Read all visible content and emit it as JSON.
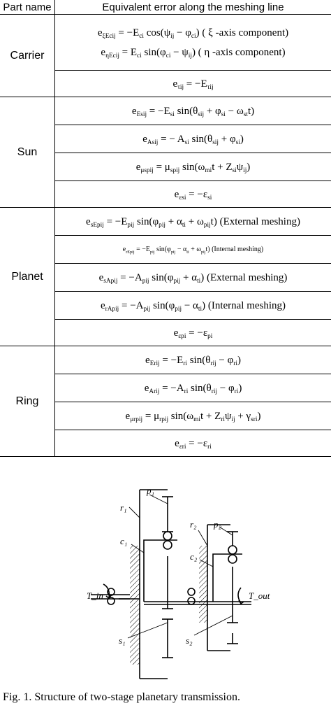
{
  "table": {
    "headers": [
      "Part name",
      "Equivalent error along the meshing line"
    ],
    "groups": [
      {
        "name": "Carrier",
        "rows": [
          {
            "lines": [
              "e<sub>ξEcij</sub> = −E<sub>ci</sub> cos(ψ<sub>ij</sub> − φ<sub>ci</sub>)  ( ξ -axis component)",
              "e<sub>ηEcij</sub> = E<sub>ci</sub> sin(φ<sub>ci</sub> − ψ<sub>ij</sub>)  ( η -axis component)"
            ],
            "h": 80
          },
          {
            "lines": [
              "e<sub>τij</sub> = −E<sub>τij</sub>"
            ],
            "h": 38
          }
        ]
      },
      {
        "name": "Sun",
        "rows": [
          {
            "lines": [
              "e<sub>Esij</sub> = −E<sub>si</sub> sin(θ<sub>sij</sub> + φ<sub>si</sub> − ω<sub>st</sub>t)"
            ],
            "h": 40
          },
          {
            "lines": [
              "e<sub>Asij</sub> = − A<sub>si</sub> sin(θ<sub>sij</sub> + φ<sub>si</sub>)"
            ],
            "h": 40
          },
          {
            "lines": [
              "e<sub>μspij</sub> = μ<sub>spij</sub> sin(ω<sub>mi</sub>t + Z<sub>si</sub>ψ<sub>ij</sub>)"
            ],
            "h": 40
          },
          {
            "lines": [
              "e<sub>εsi</sub> = −ε<sub>si</sub>"
            ],
            "h": 38
          }
        ]
      },
      {
        "name": "Planet",
        "rows": [
          {
            "lines": [
              "e<sub>sEpij</sub> = −E<sub>pij</sub> sin(φ<sub>pij</sub> + α<sub>ti</sub> + ω<sub>pij</sub>t) (External meshing)"
            ],
            "h": 40
          },
          {
            "lines": [
              "e<sub>rEpij</sub> = −E<sub>pij</sub> sin(φ<sub>pij</sub> − α<sub>ti</sub> + ω<sub>pij</sub>t) (Internal meshing)"
            ],
            "h": 40,
            "small": true
          },
          {
            "lines": [
              "e<sub>sApij</sub> = −A<sub>pij</sub> sin(φ<sub>pij</sub> + α<sub>ti</sub>)    (External meshing)"
            ],
            "h": 40
          },
          {
            "lines": [
              "e<sub>rApij</sub> = −A<sub>pij</sub> sin(φ<sub>pij</sub> − α<sub>ti</sub>)    (Internal meshing)"
            ],
            "h": 40
          },
          {
            "lines": [
              "e<sub>εpi</sub> = −ε<sub>pi</sub>"
            ],
            "h": 38
          }
        ]
      },
      {
        "name": "Ring",
        "rows": [
          {
            "lines": [
              "e<sub>Erij</sub> = −E<sub>ri</sub> sin(θ<sub>rij</sub> − φ<sub>ri</sub>)"
            ],
            "h": 40
          },
          {
            "lines": [
              "e<sub>Arij</sub> = −A<sub>ri</sub> sin(θ<sub>rij</sub> − φ<sub>ri</sub>)"
            ],
            "h": 40
          },
          {
            "lines": [
              "e<sub>μrpij</sub> = μ<sub>rpij</sub> sin(ω<sub>mi</sub>t + Z<sub>ri</sub>ψ<sub>ij</sub> + γ<sub>sri</sub>)"
            ],
            "h": 40
          },
          {
            "lines": [
              "e<sub>εri</sub> = −ε<sub>ri</sub>"
            ],
            "h": 38
          }
        ]
      }
    ]
  },
  "diagram": {
    "labels": {
      "p1": "p₁",
      "r1": "r₁",
      "c1": "c₁",
      "s1": "s₁",
      "p2": "p₂",
      "r2": "r₂",
      "c2": "c₂",
      "s2": "s₂",
      "t_in": "T_in",
      "t_out": "T_out"
    }
  },
  "caption": "Fig. 1. Structure of two-stage planetary transmission."
}
